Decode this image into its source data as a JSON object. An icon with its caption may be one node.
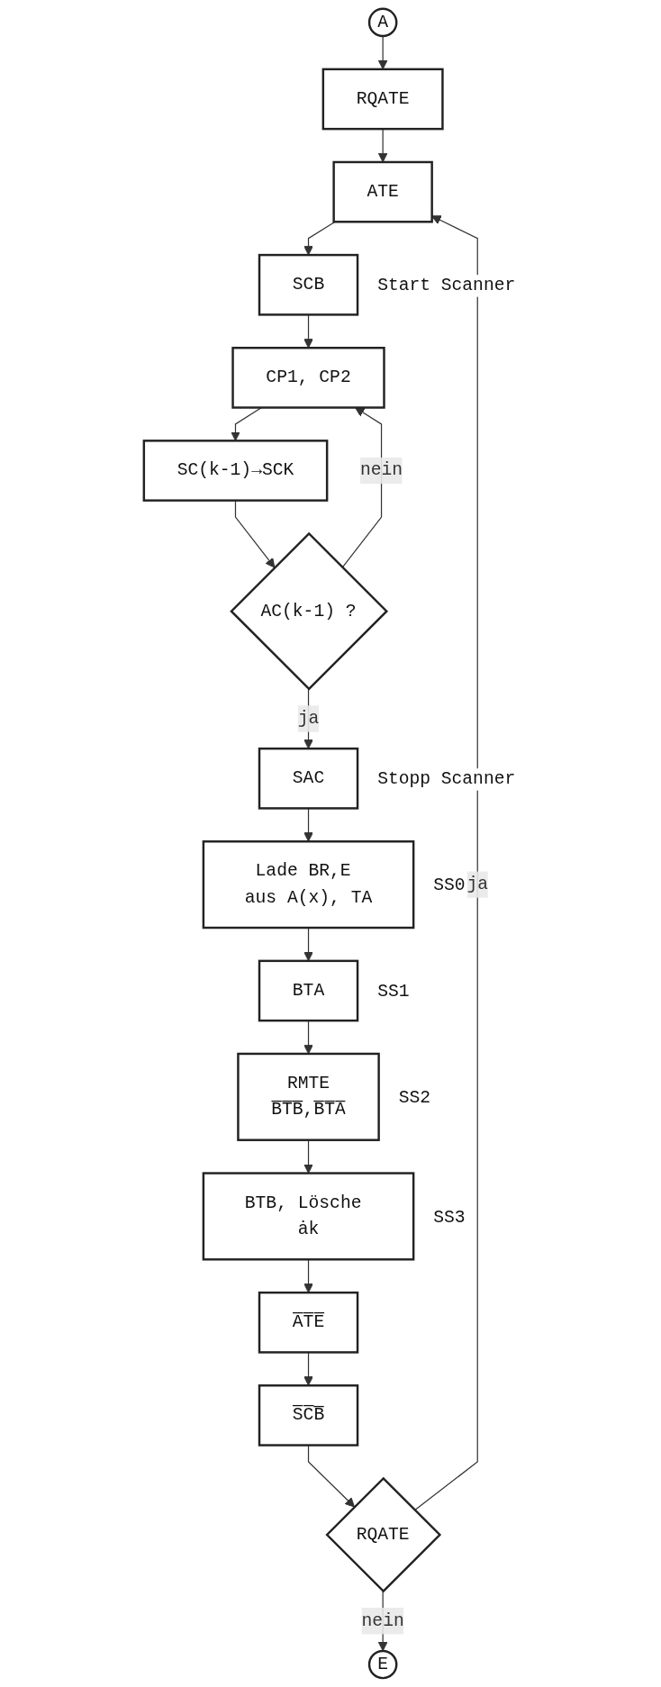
{
  "diagram": {
    "nodes": [
      {
        "text": [
          "A"
        ]
      },
      {
        "text": [
          "RQATE"
        ]
      },
      {
        "text": [
          "ATE"
        ]
      },
      {
        "text": [
          "SCB"
        ],
        "beside": [
          "Start Scanner"
        ]
      },
      {
        "text": [
          "CP1, CP2"
        ]
      },
      {
        "text": [
          "SC(k-1)→SCK"
        ]
      },
      {
        "text": [
          "AC(k-1) ?"
        ]
      },
      {
        "text": [
          "SAC"
        ],
        "beside": [
          "Stopp Scanner"
        ]
      },
      {
        "text": [
          "Lade BR,E aus A(x), TA"
        ],
        "beside": [
          "SS0"
        ]
      },
      {
        "text": [
          "BTA"
        ],
        "beside": [
          "SS1"
        ]
      },
      {
        "text": [
          "RMTE",
          "B̅T̅B̅,B̅T̅A̅"
        ],
        "beside": [
          "SS2"
        ]
      },
      {
        "text": [
          "BTB, Lösche ȧk"
        ],
        "beside": [
          "SS3"
        ]
      },
      {
        "text": [
          "A̅T̅E̅"
        ]
      },
      {
        "text": [
          "S̅C̅B̅"
        ]
      },
      {
        "text": [
          "RQATE"
        ]
      },
      {
        "text": [
          "E"
        ]
      }
    ],
    "edges": [
      {
        "from": 0,
        "to": 1,
        "arrow": "to"
      },
      {
        "from": 1,
        "to": 2,
        "arrow": "to"
      },
      {
        "from": 2,
        "to": 3,
        "arrow": "to"
      },
      {
        "from": 3,
        "to": 4,
        "arrow": "to"
      },
      {
        "from": 4,
        "to": 5,
        "arrow": "to"
      },
      {
        "from": 5,
        "to": 6,
        "arrow": "to"
      },
      {
        "from": 6,
        "to": 4,
        "label": "nein",
        "arrow": "to"
      },
      {
        "from": 6,
        "to": 7,
        "label": "ja",
        "arrow": "to"
      },
      {
        "from": 7,
        "to": 8,
        "arrow": "to"
      },
      {
        "from": 8,
        "to": 9,
        "arrow": "to"
      },
      {
        "from": 9,
        "to": 10,
        "arrow": "to"
      },
      {
        "from": 10,
        "to": 11,
        "arrow": "to"
      },
      {
        "from": 11,
        "to": 12,
        "arrow": "to"
      },
      {
        "from": 12,
        "to": 13,
        "arrow": "to"
      },
      {
        "from": 13,
        "to": 14,
        "arrow": "to"
      },
      {
        "from": 14,
        "to": 15,
        "label": "nein",
        "arrow": "to"
      },
      {
        "from": 14,
        "to": 2,
        "label": "ja",
        "arrow": "to"
      }
    ]
  }
}
